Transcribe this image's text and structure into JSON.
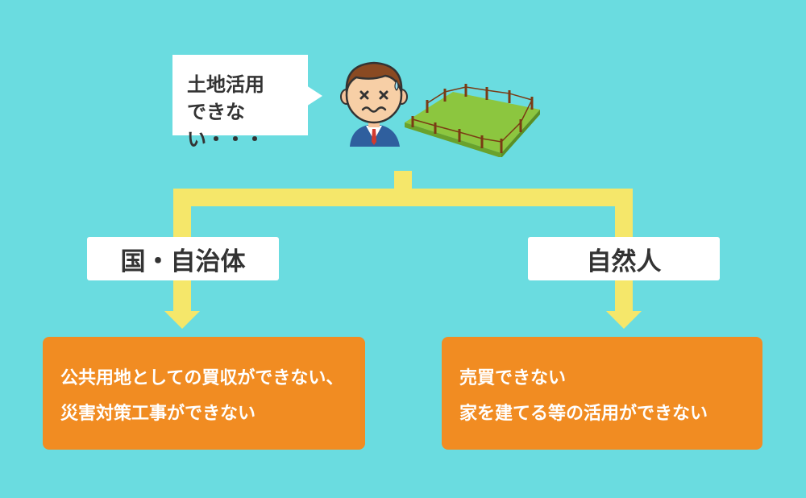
{
  "speech_bubble": {
    "text": "土地活用\nできない・・・"
  },
  "branches": [
    {
      "label": "国・自治体",
      "result": "公共用地としての買収ができない、災害対策工事ができない"
    },
    {
      "label": "自然人",
      "result": "売買できない\n家を建てる等の活用ができない"
    }
  ],
  "colors": {
    "background": "#6adce0",
    "connector": "#f5e76a",
    "result_box": "#f18c22",
    "label_box": "#ffffff",
    "grass": "#8cc63f"
  },
  "icons": [
    "person-confused-icon",
    "fenced-land-icon"
  ]
}
